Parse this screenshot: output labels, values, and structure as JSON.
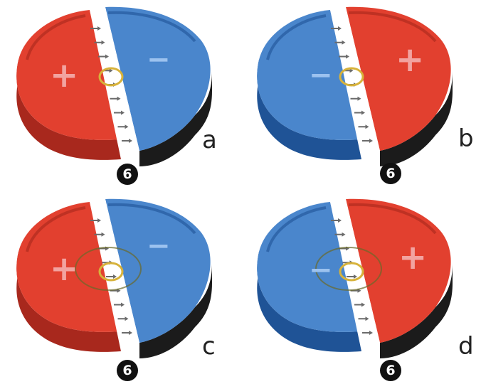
{
  "colors": {
    "positive_top": "#e2402f",
    "positive_side": "#a8281d",
    "negative_top": "#4a86cc",
    "negative_side": "#1f5396",
    "dark_edge": "#1b1b1b",
    "interface": "#ffffff",
    "arrow": "#6b6b6b",
    "current_ring": "#d7b23a"
  },
  "panels": [
    {
      "label": "a",
      "badge": "6",
      "left_sign": "+",
      "right_sign": "−",
      "left_charge": "positive",
      "large_loop": false
    },
    {
      "label": "b",
      "badge": "6",
      "left_sign": "−",
      "right_sign": "+",
      "left_charge": "negative",
      "large_loop": false
    },
    {
      "label": "c",
      "badge": "6",
      "left_sign": "+",
      "right_sign": "−",
      "left_charge": "positive",
      "large_loop": true
    },
    {
      "label": "d",
      "badge": "6",
      "left_sign": "−",
      "right_sign": "+",
      "left_charge": "negative",
      "large_loop": true
    }
  ]
}
